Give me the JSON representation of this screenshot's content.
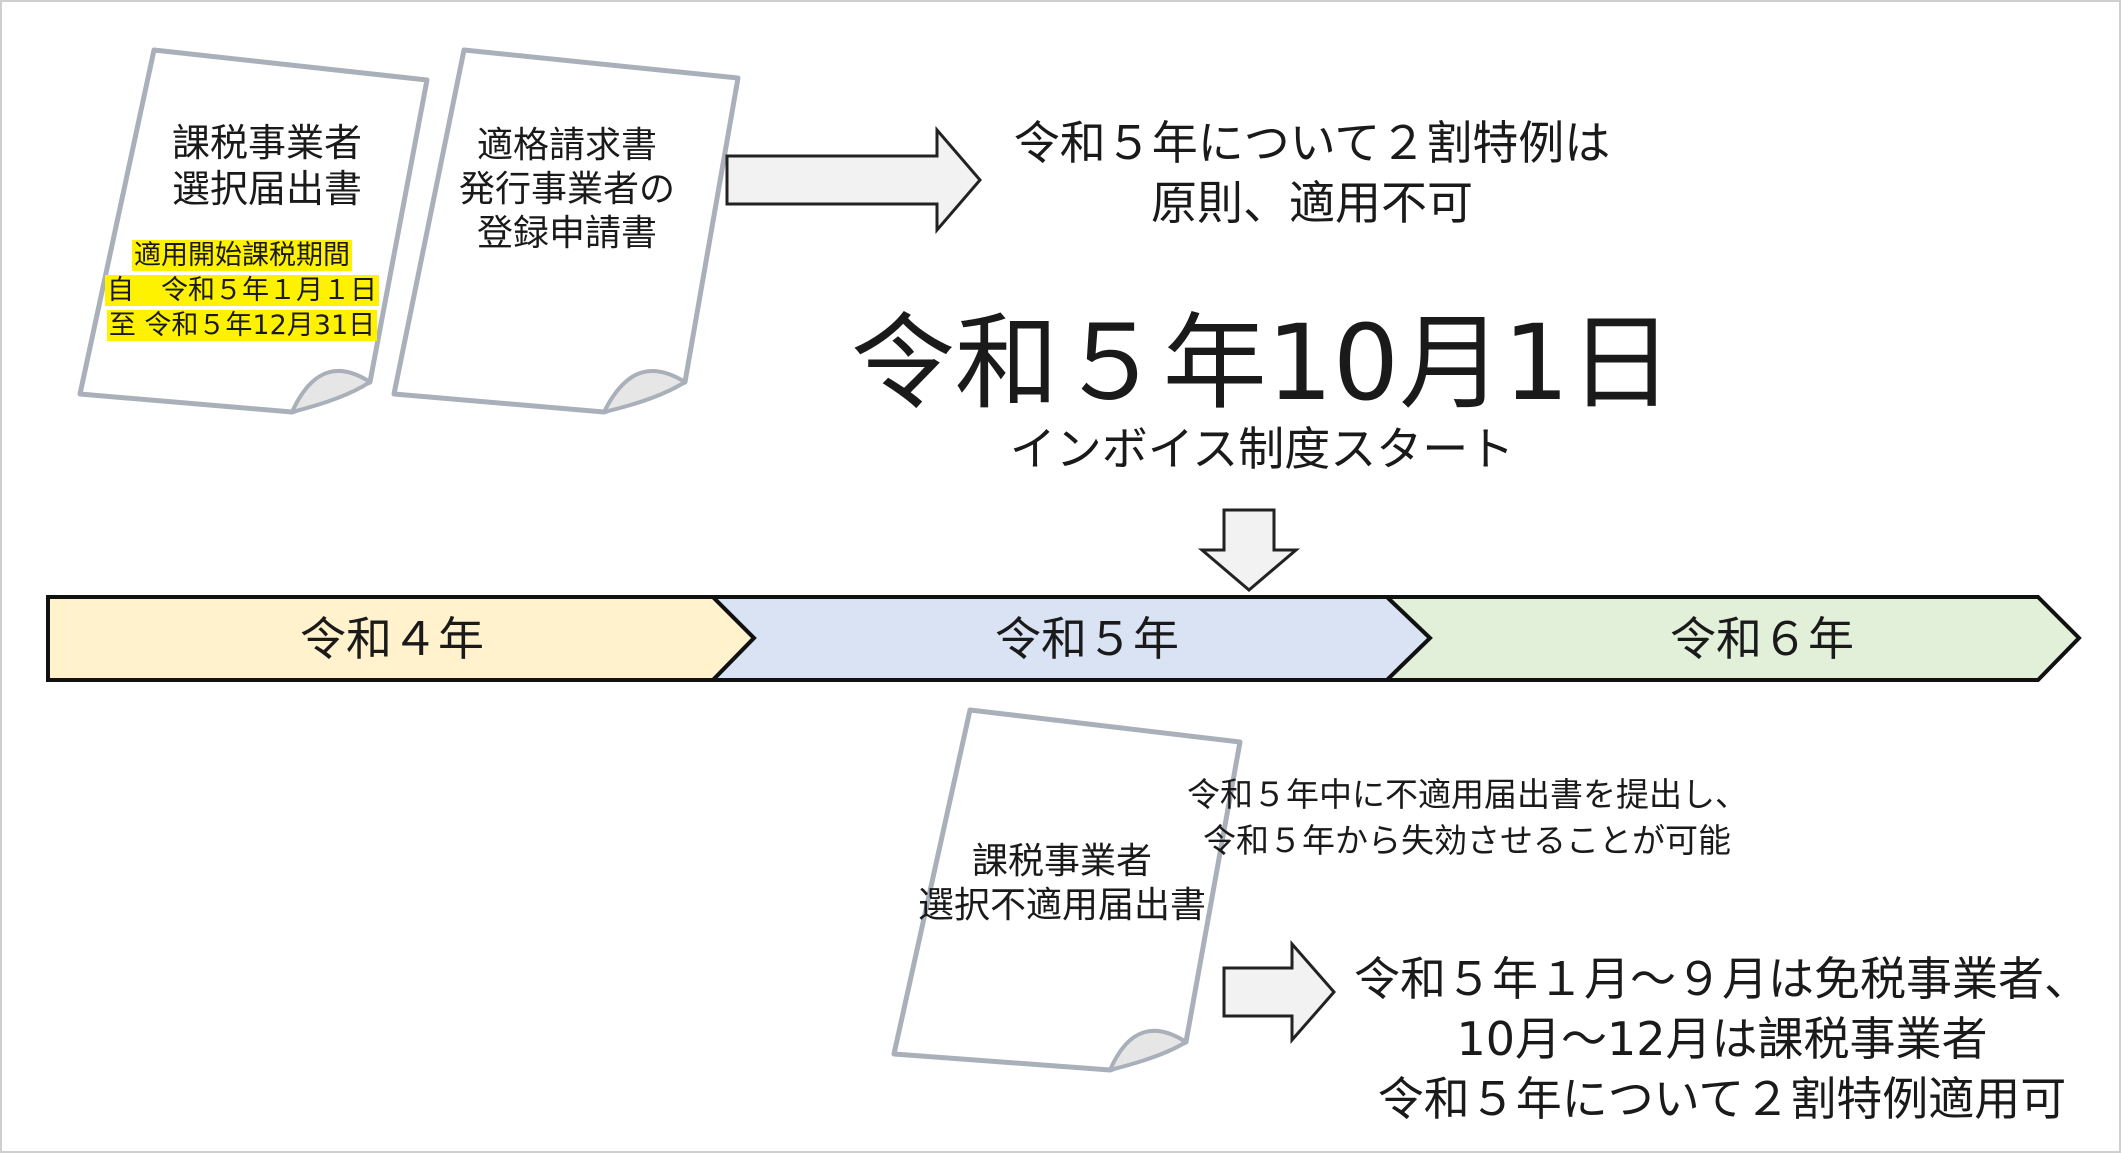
{
  "documents": {
    "doc1": {
      "title_lines": [
        "課税事業者",
        "選択届出書"
      ],
      "period_lines": [
        "適用開始課税期間",
        "自　令和５年１月１日",
        "至 令和５年12月31日"
      ]
    },
    "doc2": {
      "title_lines": [
        "適格請求書",
        "発行事業者の",
        "登録申請書"
      ]
    },
    "doc3": {
      "title_lines": [
        "課税事業者",
        "選択不適用届出書"
      ]
    }
  },
  "top_result_lines": [
    "令和５年について２割特例は",
    "原則、適用不可"
  ],
  "event": {
    "date": "令和５年10月1日",
    "subtitle": "インボイス制度スタート"
  },
  "timeline": {
    "phases": [
      {
        "label": "令和４年",
        "color": "#fff2cc"
      },
      {
        "label": "令和５年",
        "color": "#dae3f3"
      },
      {
        "label": "令和６年",
        "color": "#e2efd9"
      }
    ]
  },
  "note_lines": [
    "令和５年中に不適用届出書を提出し、",
    "令和５年から失効させることが可能"
  ],
  "bottom_result_lines": [
    "令和５年１月～９月は免税事業者、",
    "10月～12月は課税事業者",
    "令和５年について２割特例適用可"
  ],
  "colors": {
    "highlight": "#fff200",
    "arrow_fill": "#f2f2f2",
    "paper_outline": "#a9b0ba",
    "paper_fold": "#e6e6e6"
  }
}
